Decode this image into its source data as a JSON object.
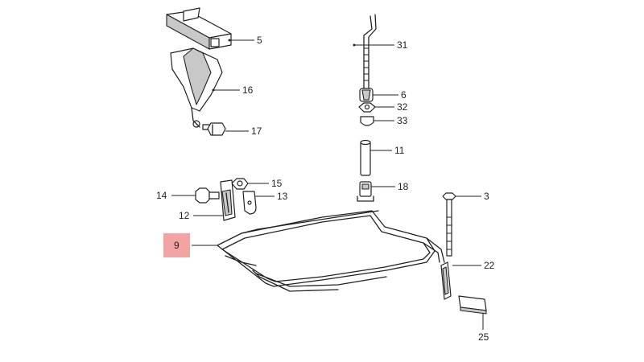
{
  "callouts": {
    "c5": "5",
    "c16": "16",
    "c17": "17",
    "c31": "31",
    "c6": "6",
    "c32": "32",
    "c33": "33",
    "c11": "11",
    "c18": "18",
    "c15": "15",
    "c14": "14",
    "c13": "13",
    "c12": "12",
    "c3": "3",
    "c9": "9",
    "c22": "22",
    "c25": "25"
  },
  "highlight": {
    "part": "9",
    "color": "#f4a3a3"
  }
}
